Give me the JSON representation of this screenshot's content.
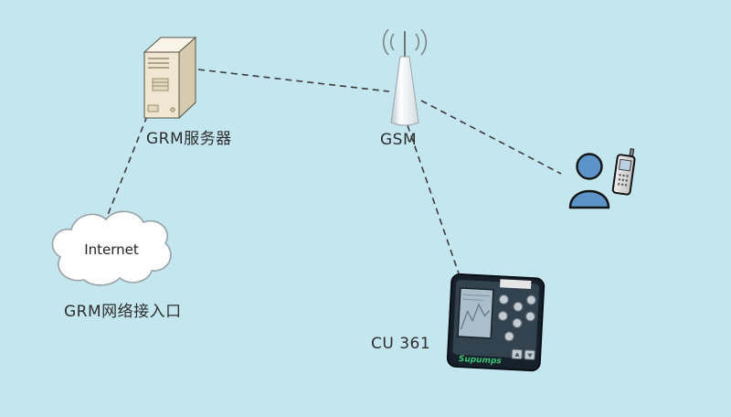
{
  "background_color": "#c4e6ef",
  "labels": {
    "server": "GRM服务器",
    "gsm": "GSM",
    "internet": "Internet",
    "internet_caption": "GRM网络接入口",
    "device": "CU 361",
    "device_brand": "Supumps"
  },
  "icons": [
    "server-icon",
    "gsm-antenna-icon",
    "internet-cloud-icon",
    "mobile-user-icon",
    "cu361-device-icon"
  ],
  "connections": [
    {
      "from": "grm-server",
      "to": "gsm-antenna",
      "style": "dashed"
    },
    {
      "from": "grm-server",
      "to": "internet-cloud",
      "style": "dashed"
    },
    {
      "from": "gsm-antenna",
      "to": "mobile-user",
      "style": "dashed"
    },
    {
      "from": "gsm-antenna",
      "to": "cu361-device",
      "style": "dashed"
    }
  ],
  "connection_color": "#3c3c3c"
}
